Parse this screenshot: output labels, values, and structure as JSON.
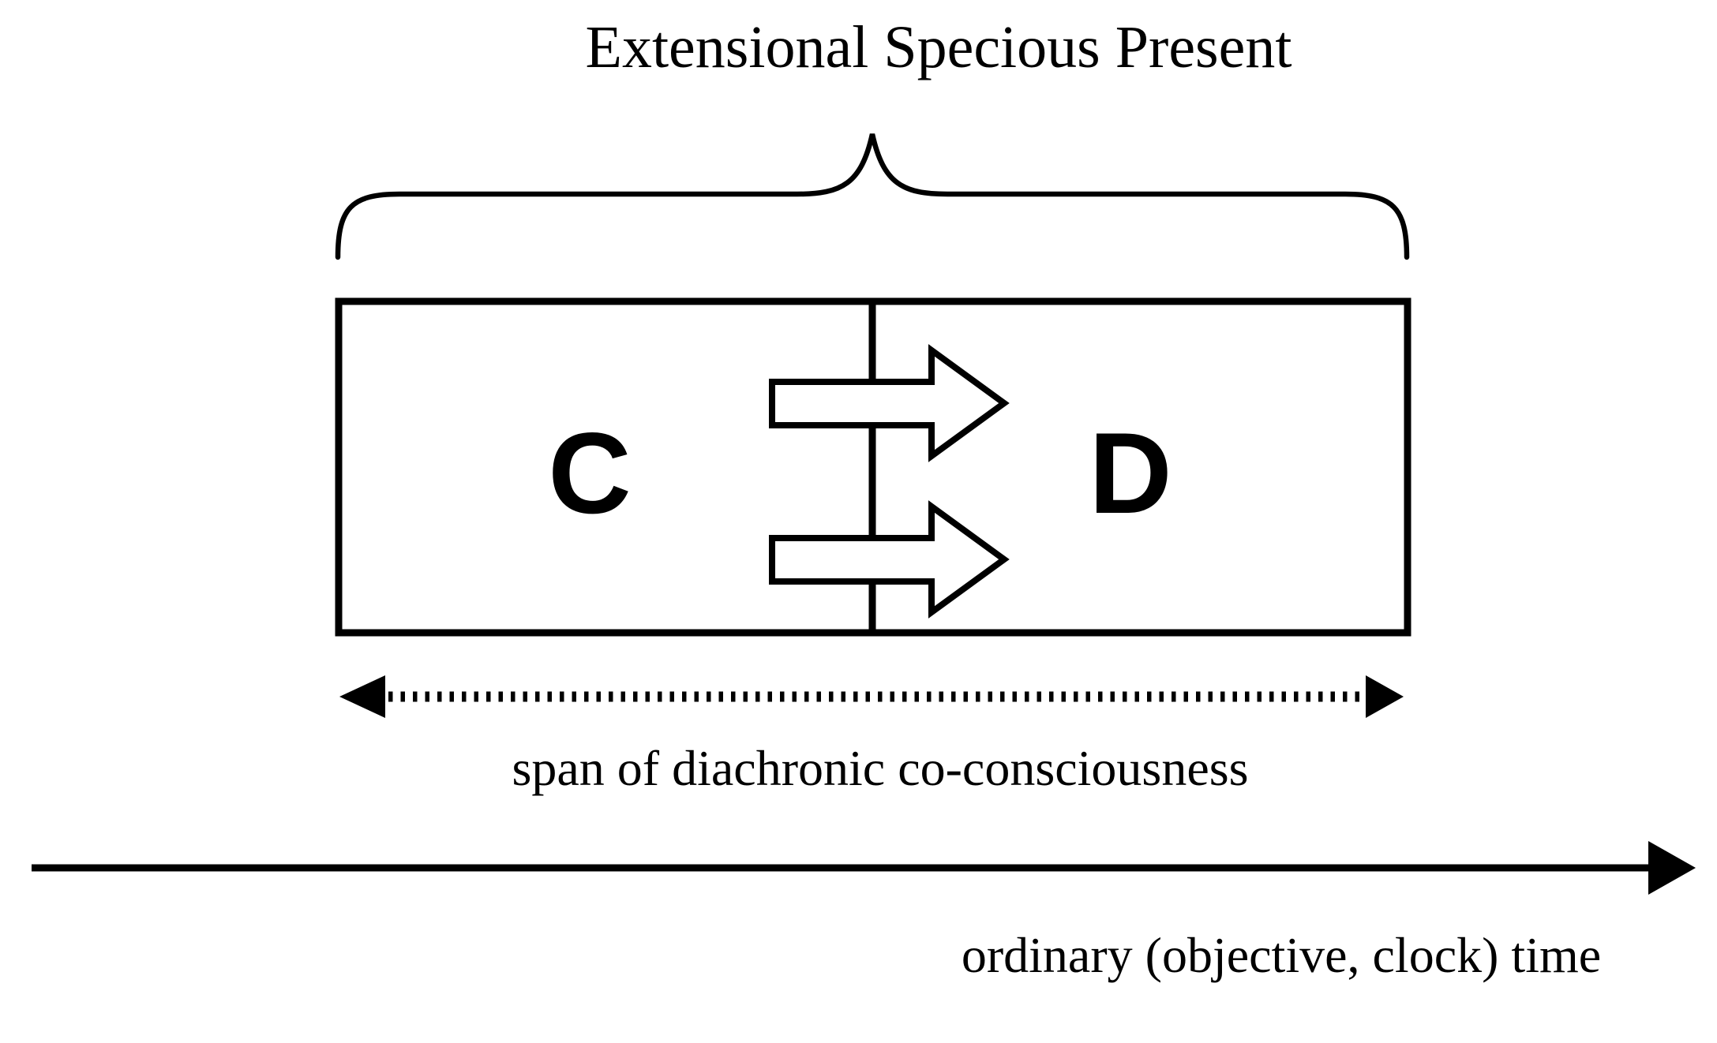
{
  "diagram": {
    "title": "Extensional Specious Present",
    "box": {
      "left_interval_label": "C",
      "right_interval_label": "D"
    },
    "span_arrow": {
      "label": "span of diachronic co-consciousness"
    },
    "time_axis": {
      "label": "ordinary (objective, clock) time"
    },
    "icons": {
      "brace": "curly-brace-icon",
      "flow_arrows": "block-arrow-right-icon",
      "span_arrow": "dotted-double-arrow-icon",
      "time_axis": "solid-arrow-right-icon"
    },
    "colors": {
      "ink": "#000000",
      "paper": "#ffffff"
    }
  }
}
